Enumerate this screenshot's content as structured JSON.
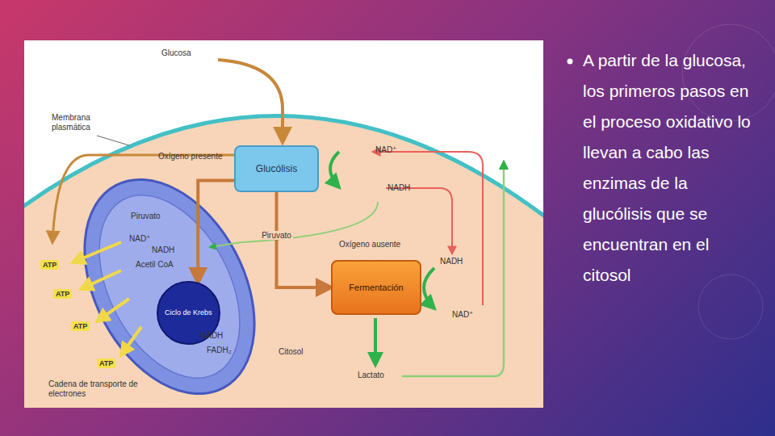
{
  "diagram": {
    "nodes": [
      {
        "text": [
          "Glucólisis"
        ]
      },
      {
        "text": [
          "Fermentación"
        ]
      },
      {
        "text": [
          "Ciclo de Krebs"
        ]
      }
    ],
    "edges": [
      {
        "from": 0,
        "to": 1,
        "label": "Piruvato",
        "arrow": "to"
      },
      {
        "from": 0,
        "to": 2,
        "arrow": "to"
      }
    ],
    "labels": [
      "Glucosa",
      "Membrana plasmática",
      "Oxígeno presente",
      "NAD⁺",
      "NADH",
      "Oxígeno ausente",
      "NADH",
      "NAD⁺",
      "Lactato",
      "Citosol",
      "ATP",
      "ATP",
      "ATP",
      "ATP",
      "Piruvato",
      "NAD⁺",
      "NADH",
      "Acetil CoA",
      "NADH",
      "FADH₂",
      "Cadena de transporte de electrones",
      "A partir de la glucosa, los primeros pasos en el proceso oxidativo lo llevan a cabo las enzimas de la glucólisis que se encuentran en el citosol"
    ]
  }
}
